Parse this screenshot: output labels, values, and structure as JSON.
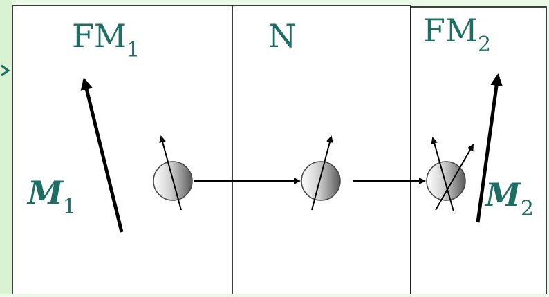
{
  "colors": {
    "background": "#ebf9e8",
    "panel": "#ffffff",
    "label": "#1f6e63",
    "line": "#000000"
  },
  "panels": [
    {
      "id": "fm1",
      "label_main": "FM",
      "label_sub": "1"
    },
    {
      "id": "n",
      "label_main": "N",
      "label_sub": ""
    },
    {
      "id": "fm2",
      "label_main": "FM",
      "label_sub": "2"
    }
  ],
  "magnetizations": [
    {
      "id": "m1",
      "label_main": "M",
      "label_sub": "1"
    },
    {
      "id": "m2",
      "label_main": "M",
      "label_sub": "2"
    }
  ]
}
